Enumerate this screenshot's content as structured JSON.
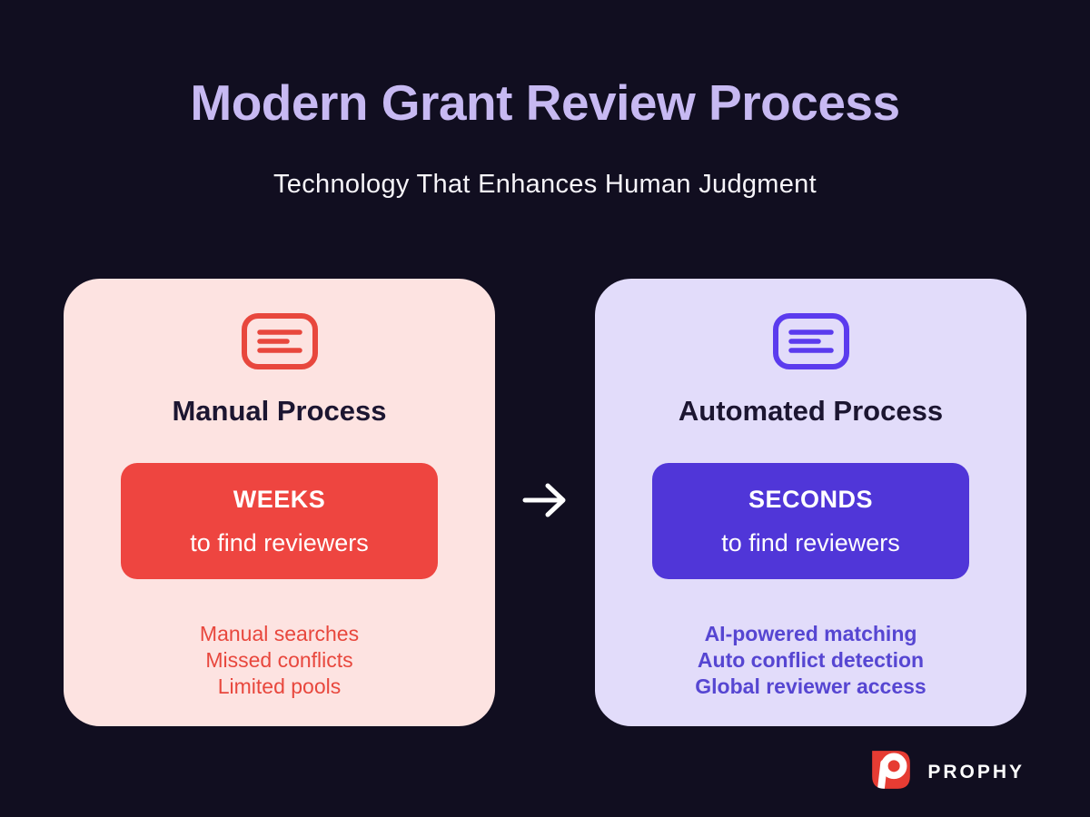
{
  "page": {
    "background_color": "#110e20"
  },
  "header": {
    "title": "Modern Grant Review Process",
    "subtitle": "Technology That Enhances Human Judgment",
    "title_color": "#c7b9f2",
    "subtitle_color": "#f6f4f9"
  },
  "arrow": {
    "symbol": "→",
    "color": "#ffffff"
  },
  "cards": {
    "manual": {
      "heading": "Manual Process",
      "icon": "document-card-icon",
      "badge_title": "WEEKS",
      "badge_subtitle": "to find reviewers",
      "points": [
        "Manual searches",
        "Missed conflicts",
        "Limited pools"
      ],
      "accent_color": "#ee4540",
      "text_color": "#e8473d",
      "background_color": "#fde3e1"
    },
    "automated": {
      "heading": "Automated Process",
      "icon": "document-card-icon",
      "badge_title": "SECONDS",
      "badge_subtitle": "to find reviewers",
      "points": [
        "AI-powered matching",
        "Auto conflict detection",
        "Global reviewer access"
      ],
      "accent_color": "#5036d8",
      "text_color": "#5646d2",
      "background_color": "#e2dcfa"
    }
  },
  "footer": {
    "brand": "PROPHY",
    "logo_color": "#e63c33"
  }
}
